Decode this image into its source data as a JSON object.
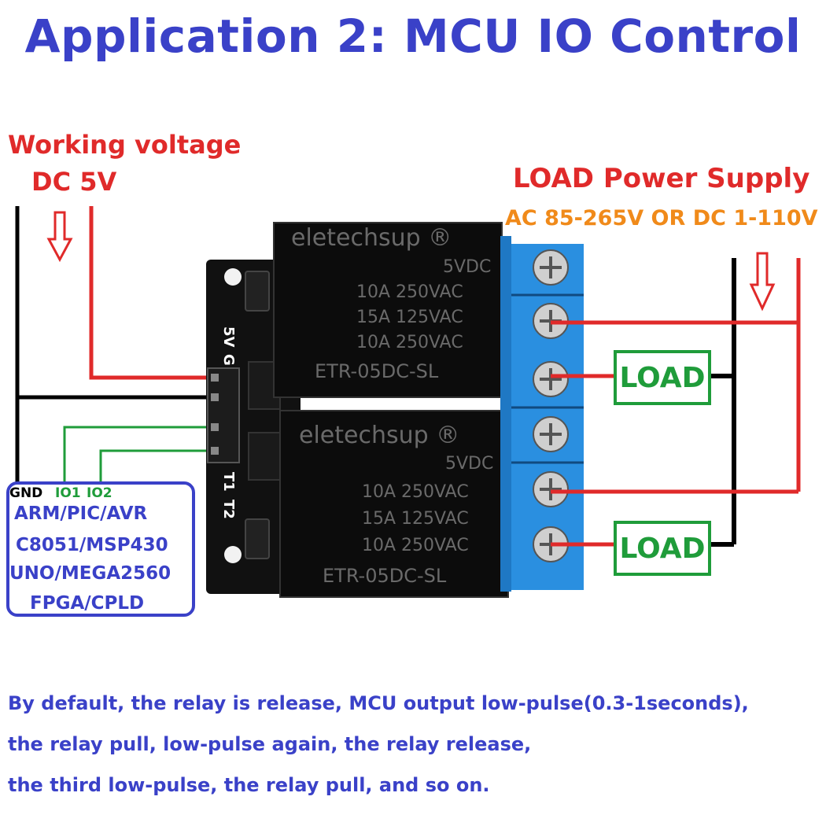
{
  "title": "Application 2: MCU IO Control",
  "supply": {
    "line1": "Working voltage",
    "line2": "DC 5V"
  },
  "load_supply": {
    "title": "LOAD Power Supply",
    "range": "AC 85-265V OR DC 1-110V"
  },
  "board": {
    "pin_labels": [
      "5V",
      "G",
      "T1",
      "T2"
    ],
    "relays": [
      {
        "brand": "eletechsup ®",
        "lines": [
          "5VDC",
          "10A 250VAC",
          "15A 125VAC",
          "10A 250VAC"
        ],
        "model": "ETR-05DC-SL"
      },
      {
        "brand": "eletechsup ®",
        "lines": [
          "5VDC",
          "10A 250VAC",
          "15A 125VAC",
          "10A 250VAC"
        ],
        "model": "ETR-05DC-SL"
      }
    ]
  },
  "loads": [
    "LOAD",
    "LOAD"
  ],
  "mcu": {
    "pins": [
      "GND",
      "IO1",
      "IO2"
    ],
    "platforms": [
      "ARM/PIC/AVR",
      "C8051/MSP430",
      "UNO/MEGA2560",
      "FPGA/CPLD"
    ]
  },
  "notes": [
    "By default, the relay is release, MCU output low-pulse(0.3-1seconds),",
    "the relay pull, low-pulse again, the relay release,",
    "the third low-pulse, the relay pull, and so on."
  ],
  "colors": {
    "title": "#3a41c8",
    "wire_red": "#e02a2a",
    "wire_black": "#000000",
    "wire_green": "#1f9c3a",
    "terminal_blue": "#2a8fe0",
    "label_orange": "#f08a1a"
  }
}
